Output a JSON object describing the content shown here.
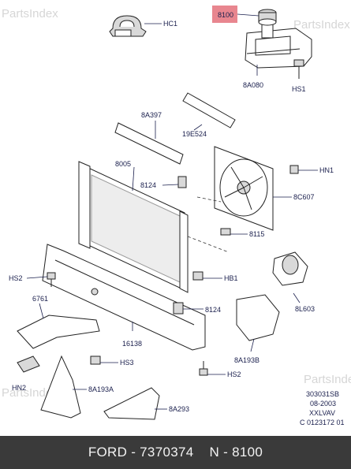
{
  "watermark": {
    "text": "PartsIndex"
  },
  "callouts": {
    "hc1": "HC1",
    "p8100": "8100",
    "p8a080": "8A080",
    "hs1": "HS1",
    "p8a397": "8A397",
    "p19e524": "19E524",
    "p8005": "8005",
    "p8124_top": "8124",
    "hn1": "HN1",
    "p8c607": "8C607",
    "p8115": "8115",
    "hs2_left": "HS2",
    "hb1": "HB1",
    "p6761": "6761",
    "p8l603": "8L603",
    "p8124_bottom": "8124",
    "p16138": "16138",
    "p8a193b": "8A193B",
    "hs3": "HS3",
    "hs2_right": "HS2",
    "hn2": "HN2",
    "p8a193a": "8A193A",
    "p8a293": "8A293"
  },
  "reference": {
    "line1": "303031SB",
    "line2": "08-2003",
    "line3": "XXLVAV",
    "line4": "C 0123172 01"
  },
  "footer": {
    "brand": "FORD",
    "part_number": "7370374",
    "sep": "-",
    "callout_label": "N - 8100",
    "text": "FORD - 7370374    N - 8100"
  },
  "colors": {
    "highlight": "#e8868f",
    "label": "#1a1f4d",
    "footer_bg": "#3a3a3a",
    "footer_text": "#f2f2f2"
  }
}
